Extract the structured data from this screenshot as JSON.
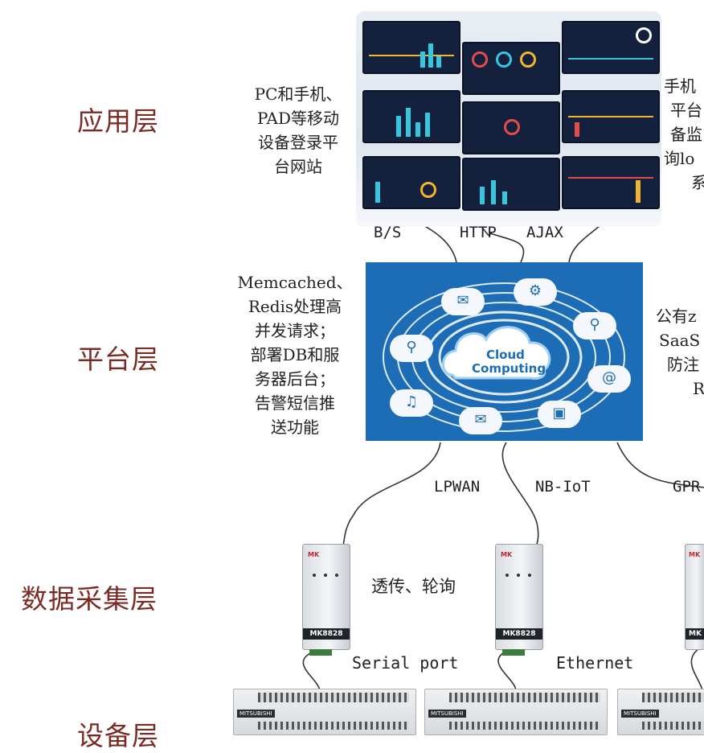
{
  "layers": {
    "application": "应用层",
    "platform": "平台层",
    "data_collection": "数据采集层",
    "device": "设备层"
  },
  "application": {
    "left_text": [
      "PC和手机、",
      "PAD等移动",
      "设备登录平",
      "台网站"
    ],
    "right_text": [
      "手机",
      "平台",
      "备监",
      "询lo",
      "系"
    ]
  },
  "protocols_top": [
    "B/S",
    "HTTP",
    "AJAX"
  ],
  "platform": {
    "left_text": [
      "Memcached、",
      "Redis处理高",
      "并发请求；",
      "部署DB和服",
      "务器后台；",
      "告警短信推",
      "送功能"
    ],
    "right_text": [
      "公有z",
      "SaaS",
      "防注",
      "R"
    ],
    "cloud_title": "Cloud",
    "cloud_subtitle": "Computing"
  },
  "networks": [
    "LPWAN",
    "NB-IoT",
    "GPR"
  ],
  "data_collection": {
    "mode_text": "透传、轮询",
    "gateway_brand": "MK",
    "gateway_model": "MK8828",
    "gateway_model_partial": "MK"
  },
  "interfaces": [
    "Serial port",
    "Ethernet"
  ],
  "device": {
    "plc_brand": "MITSUBISHI"
  },
  "colors": {
    "layer_label": "#7a2b23",
    "cloud_bg": "#1c6db5",
    "screen_bg": "#14213d"
  }
}
